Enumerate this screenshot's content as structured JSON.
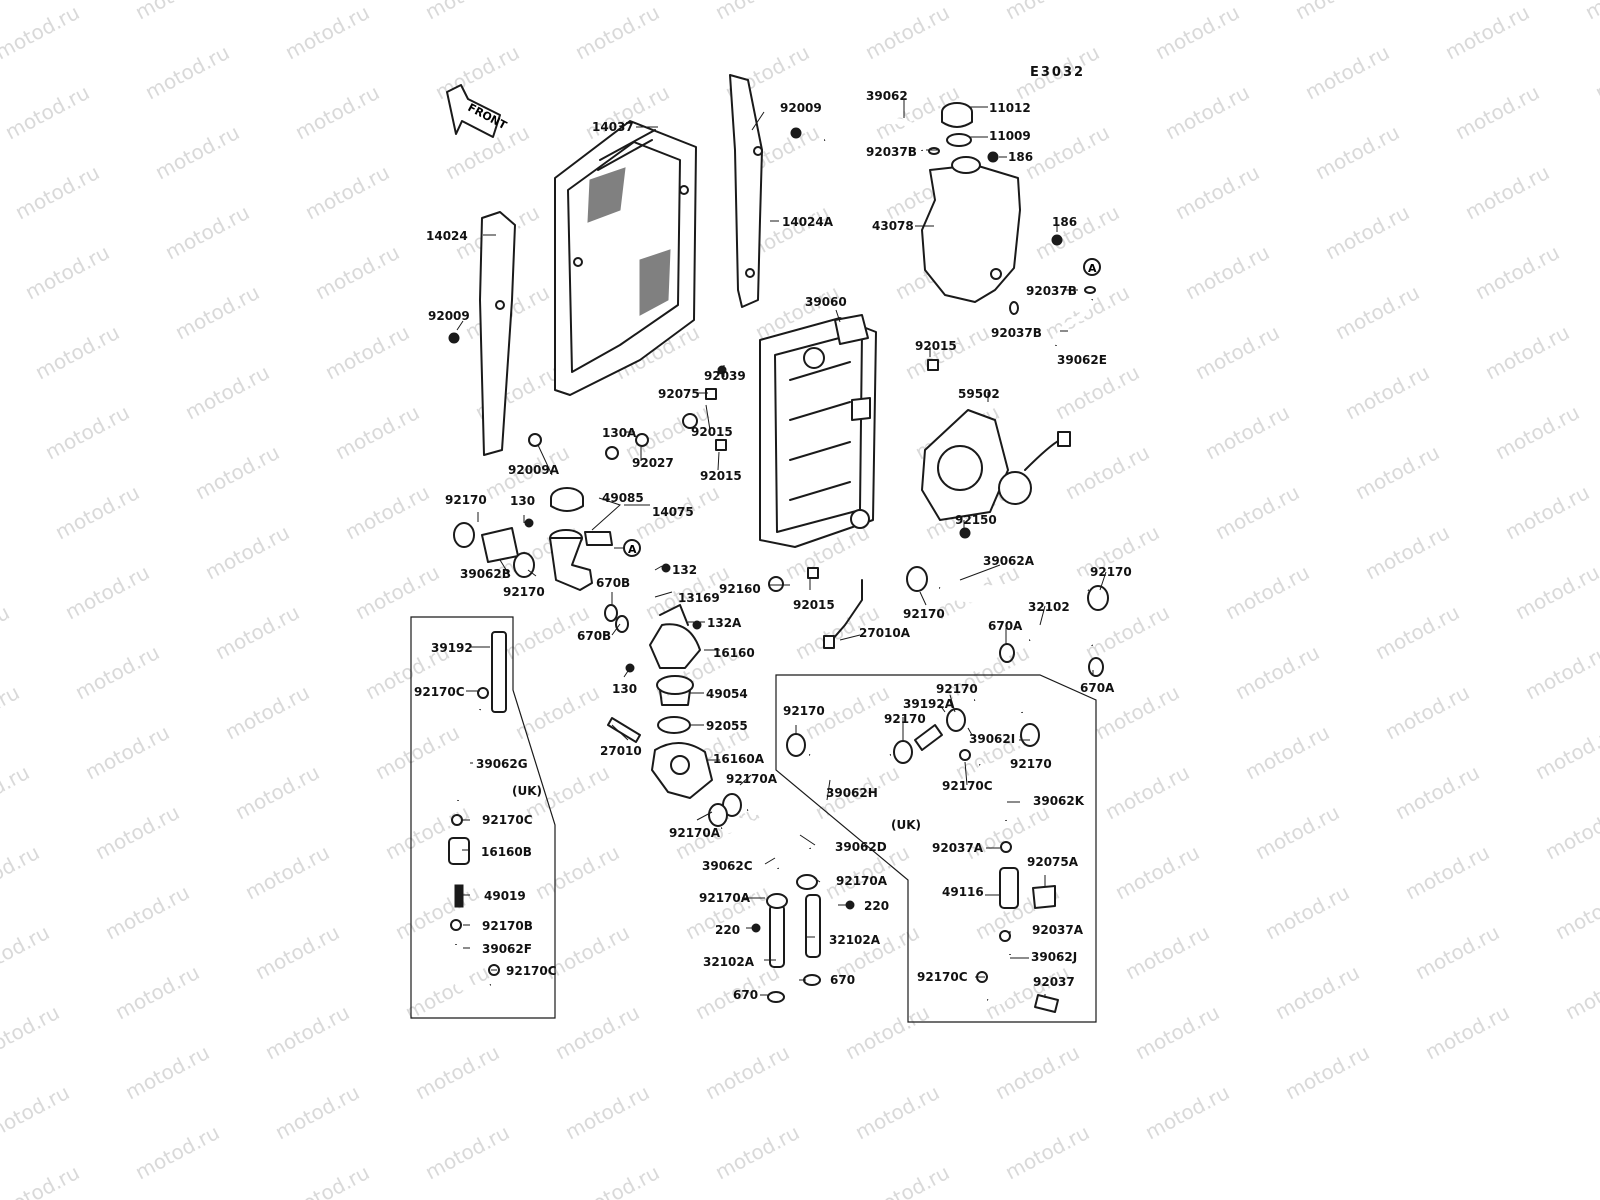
{
  "diagram": {
    "reference_code": "E3032",
    "front_label": "FRONT",
    "watermark_text": "motod.ru",
    "callout_letter": "A",
    "labels": {
      "p11012": "11012",
      "p11009": "11009",
      "p186a": "186",
      "p186b": "186",
      "p39062": "39062",
      "p92037b_top": "92037B",
      "p43078": "43078",
      "p92037b_mid": "92037B",
      "p92037b_low": "92037B",
      "p39062e": "39062E",
      "p92009_top": "92009",
      "p14037": "14037",
      "p14024a": "14024A",
      "p14024": "14024",
      "p92009_left": "92009",
      "p39060": "39060",
      "p92015_r": "92015",
      "p92039": "92039",
      "p92075": "92075",
      "p92015_a": "92015",
      "p92015_b": "92015",
      "p59502": "59502",
      "p130a": "130A",
      "p92027": "92027",
      "p92009a": "92009A",
      "p92170_1": "92170",
      "p130_top": "130",
      "p49085": "49085",
      "p14075": "14075",
      "p92150": "92150",
      "p39062b": "39062B",
      "p92170_2": "92170",
      "p132": "132",
      "p13169": "13169",
      "p670b_1": "670B",
      "p670b_2": "670B",
      "p132a": "132A",
      "p92160": "92160",
      "p92015_c": "92015",
      "p92170_3": "92170",
      "p39062a": "39062A",
      "p92170_4": "92170",
      "p32102": "32102",
      "p670a_1": "670A",
      "p670a_2": "670A",
      "p27010a": "27010A",
      "p16160": "16160",
      "p130_low": "130",
      "p49054": "49054",
      "p92055": "92055",
      "p27010": "27010",
      "p16160a": "16160A",
      "p92170a_1": "92170A",
      "p92170a_2": "92170A",
      "p39062d": "39062D",
      "p39062c": "39062C",
      "p92170a_3": "92170A",
      "p92170a_4": "92170A",
      "p220_1": "220",
      "p220_2": "220",
      "p32102a_1": "32102A",
      "p32102a_2": "32102A",
      "p670_1": "670",
      "p670_2": "670",
      "p39192": "39192",
      "p92170c_1": "92170C",
      "p39062g": "39062G",
      "uk_left": "(UK)",
      "p92170c_2": "92170C",
      "p16160b": "16160B",
      "p49019": "49019",
      "p92170b": "92170B",
      "p39062f": "39062F",
      "p92170c_3": "92170C",
      "p92170_r1": "92170",
      "p39192a": "39192A",
      "p92170_r2": "92170",
      "p92170_r3": "92170",
      "p39062i": "39062I",
      "p92170_r4": "92170",
      "p92170c_r": "92170C",
      "p39062k": "39062K",
      "p39062h": "39062H",
      "uk_right": "(UK)",
      "p92037a_1": "92037A",
      "p92075a": "92075A",
      "p49116": "49116",
      "p92037a_2": "92037A",
      "p39062j": "39062J",
      "p92170c_r2": "92170C",
      "p92037": "92037"
    }
  }
}
